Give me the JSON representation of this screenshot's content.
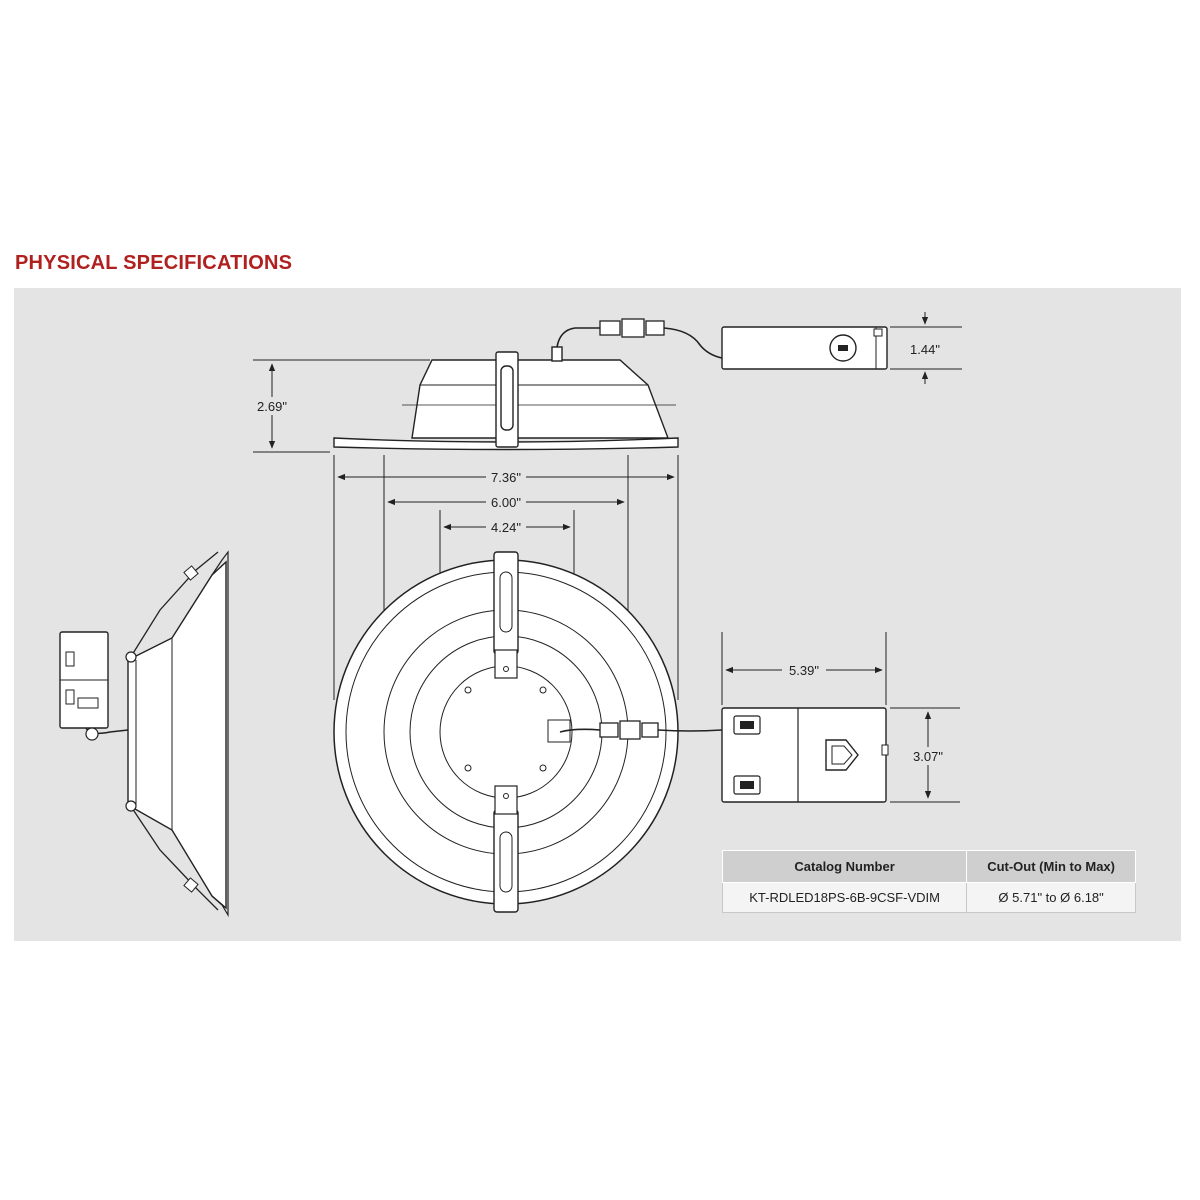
{
  "title": "PHYSICAL SPECIFICATIONS",
  "colors": {
    "title": "#b0201e",
    "panel": "#e4e4e4",
    "line": "#222222"
  },
  "dimensions": {
    "height": "2.69\"",
    "outer_diameter": "7.36\"",
    "cutout_diameter": "6.00\"",
    "inner_diameter": "4.24\"",
    "driver_height": "1.44\"",
    "jbox_width": "5.39\"",
    "jbox_height": "3.07\""
  },
  "table": {
    "headers": [
      "Catalog Number",
      "Cut-Out (Min to Max)"
    ],
    "rows": [
      [
        "KT-RDLED18PS-6B-9CSF-VDIM",
        "Ø 5.71\" to Ø 6.18\""
      ]
    ]
  }
}
